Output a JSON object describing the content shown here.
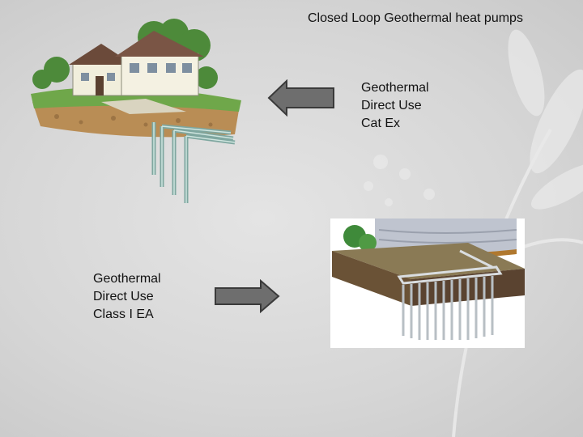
{
  "slide": {
    "title": "Closed Loop Geothermal heat pumps",
    "top_label": [
      "Geothermal",
      "Direct Use",
      "Cat Ex"
    ],
    "bottom_label": [
      "Geothermal",
      "Direct Use",
      "Class I EA"
    ]
  },
  "colors": {
    "background": "#d6d6d6",
    "arrow_fill": "#6e6e6e",
    "arrow_stroke": "#3a3a3a",
    "text": "#111111"
  },
  "icons": {
    "top_arrow": "left-arrow-icon",
    "bottom_arrow": "right-arrow-icon"
  }
}
